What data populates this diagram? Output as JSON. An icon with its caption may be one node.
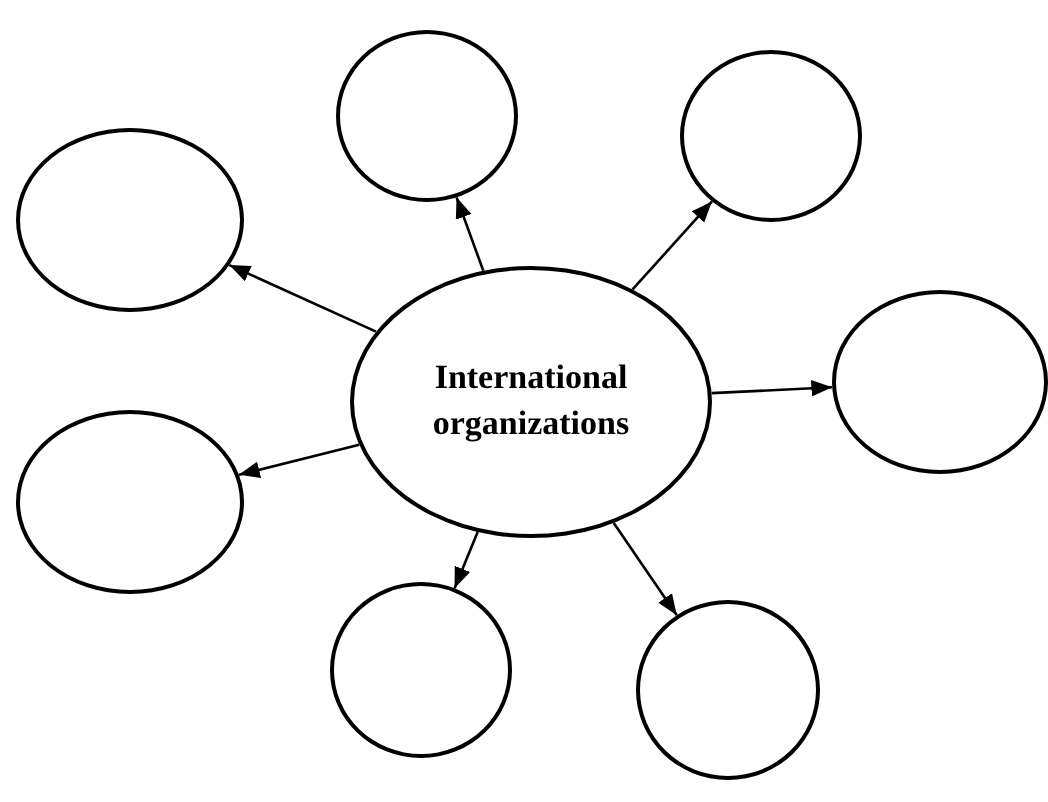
{
  "diagram": {
    "nodes": [
      {
        "text": [
          "International organizations"
        ]
      },
      {
        "text": [],
        "shape": "circle"
      },
      {
        "text": [],
        "shape": "circle"
      },
      {
        "text": [],
        "shape": "circle"
      },
      {
        "text": [],
        "shape": "circle"
      },
      {
        "text": [],
        "shape": "circle"
      },
      {
        "text": [],
        "shape": "circle"
      },
      {
        "text": [],
        "shape": "circle"
      }
    ],
    "edges": [
      {
        "from": 0,
        "to": 3,
        "arrow": "to"
      },
      {
        "from": 0,
        "to": 1,
        "arrow": "to"
      },
      {
        "from": 0,
        "to": 2,
        "arrow": "to"
      },
      {
        "from": 0,
        "to": 4,
        "arrow": "to"
      },
      {
        "from": 0,
        "to": 5,
        "arrow": "to"
      },
      {
        "from": 0,
        "to": 6,
        "arrow": "to"
      },
      {
        "from": 0,
        "to": 7,
        "arrow": "to"
      }
    ]
  }
}
